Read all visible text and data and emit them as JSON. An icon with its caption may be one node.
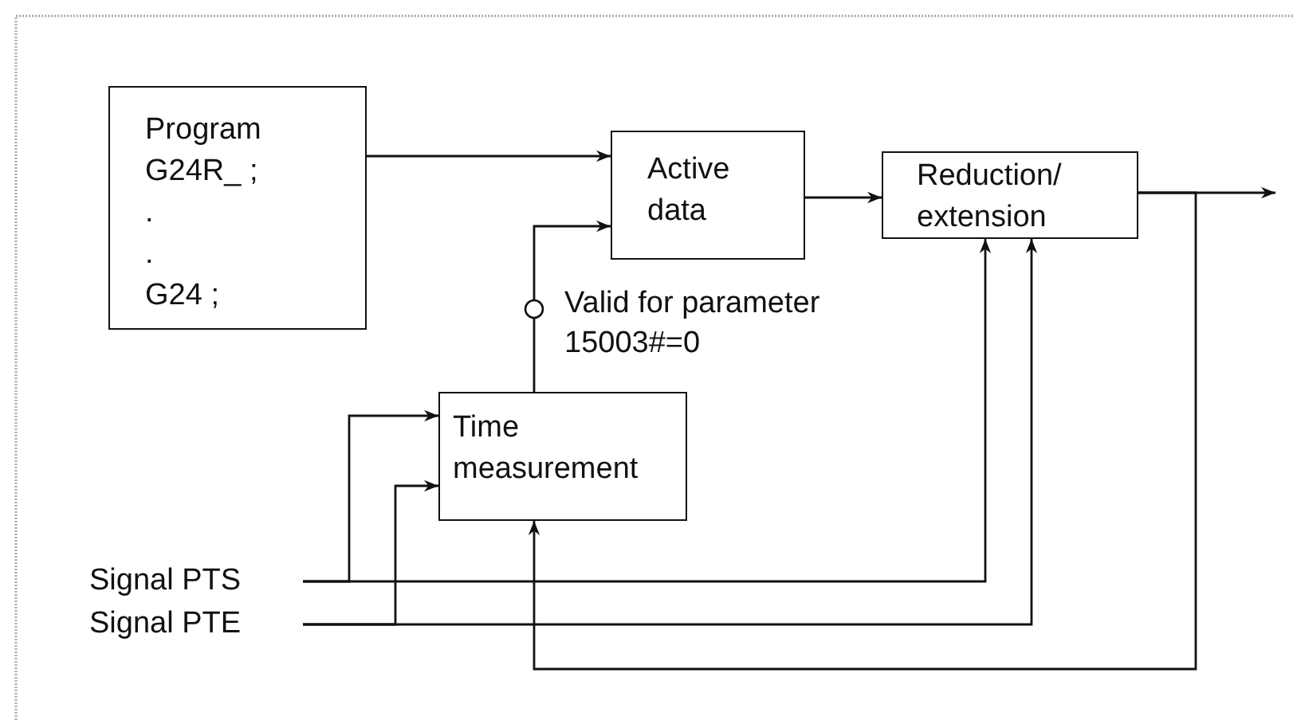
{
  "diagram": {
    "nodes": [
      {
        "text": [
          "Program",
          "G24R_ ;",
          ".",
          ".",
          "G24 ;"
        ]
      },
      {
        "text": [
          "Active data"
        ]
      },
      {
        "text": [
          "Reduction/ extension"
        ]
      },
      {
        "text": [
          "Time measurement"
        ]
      },
      {
        "text": [
          "Signal PTS"
        ]
      },
      {
        "text": [
          "Signal PTE"
        ]
      }
    ],
    "edges": [
      {
        "from": 0,
        "to": 1,
        "arrow": "to"
      },
      {
        "from": 3,
        "to": 1,
        "arrow": "to"
      },
      {
        "from": 1,
        "to": 2,
        "arrow": "to"
      },
      {
        "from": 2,
        "to": null,
        "arrow": "to"
      },
      {
        "from": 2,
        "to": 3,
        "arrow": "to"
      },
      {
        "from": 4,
        "to": 3,
        "arrow": "to"
      },
      {
        "from": 5,
        "to": 3,
        "arrow": "to"
      },
      {
        "from": 4,
        "to": 2,
        "arrow": "to"
      },
      {
        "from": 5,
        "to": 2,
        "arrow": "to"
      }
    ],
    "labels": [
      "Valid for parameter 15003#=0"
    ]
  }
}
